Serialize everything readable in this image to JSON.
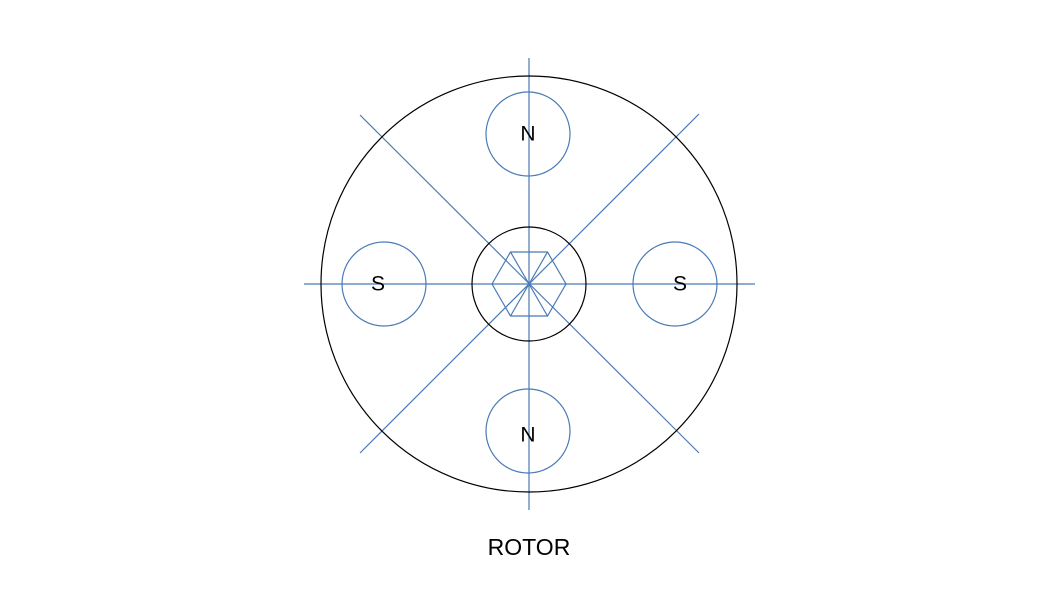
{
  "title": "ROTOR",
  "poles": {
    "top": "N",
    "bottom": "N",
    "left": "S",
    "right": "S"
  },
  "colors": {
    "outline": "#000000",
    "construction": "#4a7ab5"
  }
}
